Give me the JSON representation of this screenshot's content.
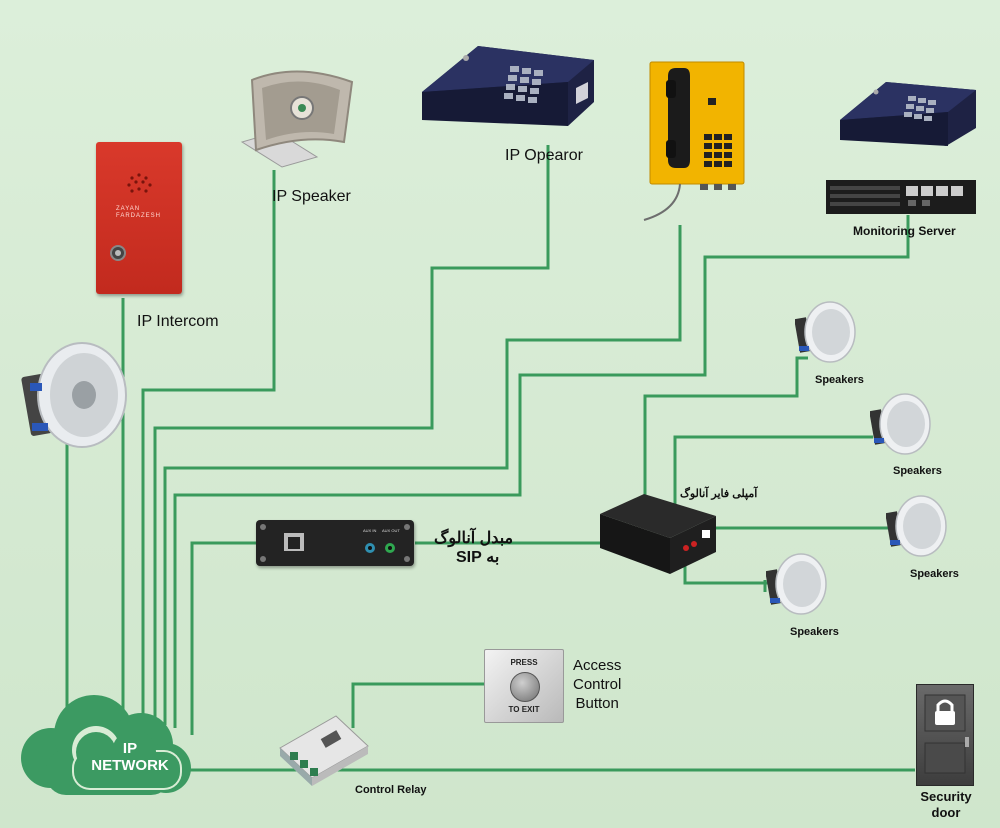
{
  "labels": {
    "ip_speaker": "IP Speaker",
    "ip_operator": "IP Opearor",
    "ip_intercom": "IP Intercom",
    "monitoring_server": "Monitoring Server",
    "speakers_1": "Speakers",
    "speakers_2": "Speakers",
    "speakers_3": "Speakers",
    "speakers_4": "Speakers",
    "analog_amplifier": "آمپلی فایر آنالوگ",
    "sip_converter_line1": "مبدل آنالوگ",
    "sip_converter_line2": "به SIP",
    "access_control_line1": "Access",
    "access_control_line2": "Control",
    "access_control_line3": "Button",
    "control_relay": "Control Relay",
    "security_door_line1": "Security",
    "security_door_line2": "door",
    "ip_network_line1": "IP",
    "ip_network_line2": "NETWORK"
  },
  "device_text": {
    "intercom_brand_line1": "ZAYAN",
    "intercom_brand_line2": "FARDAZESH",
    "exit_button_top": "PRESS",
    "exit_button_bottom": "TO EXIT",
    "converter_port1": "AUX IN",
    "converter_port2": "AUX OUT"
  },
  "colors": {
    "wire": "#2e8b57",
    "network_cloud": "#3c9a62",
    "background": "#d8ecd5"
  }
}
